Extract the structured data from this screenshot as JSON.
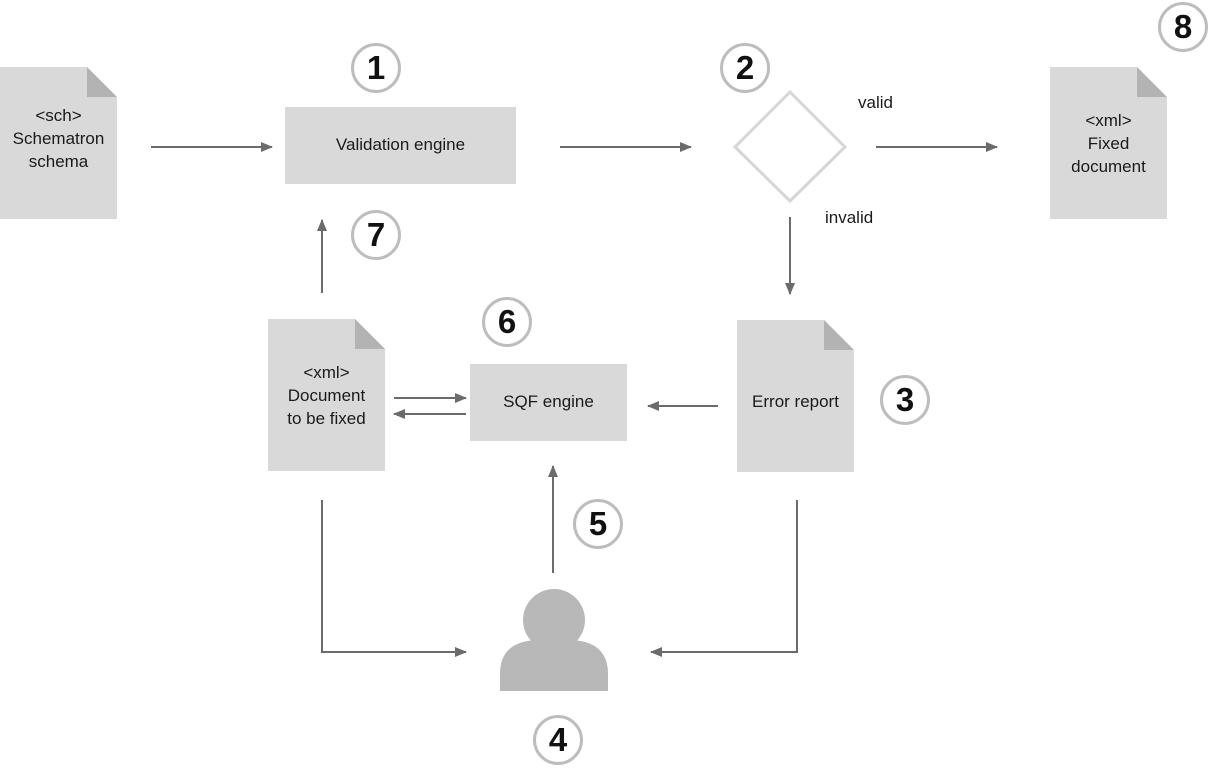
{
  "nodes": {
    "schematron_schema": {
      "lines": [
        "<sch>",
        "Schematron",
        "schema"
      ]
    },
    "validation_engine": {
      "label": "Validation engine"
    },
    "fixed_document": {
      "lines": [
        "<xml>",
        "Fixed",
        "document"
      ]
    },
    "document_to_be_fixed": {
      "lines": [
        "<xml>",
        "Document",
        "to be fixed"
      ]
    },
    "sqf_engine": {
      "label": "SQF engine"
    },
    "error_report": {
      "label": "Error report"
    }
  },
  "edges": {
    "valid": "valid",
    "invalid": "invalid"
  },
  "badges": {
    "b1": "1",
    "b2": "2",
    "b3": "3",
    "b4": "4",
    "b5": "5",
    "b6": "6",
    "b7": "7",
    "b8": "8"
  },
  "colors": {
    "box_fill": "#d9d9d9",
    "doc_fold": "#b3b3b3",
    "arrow": "#6b6b6b",
    "person": "#b8b8b8",
    "badge_border": "#bdbdbd"
  }
}
